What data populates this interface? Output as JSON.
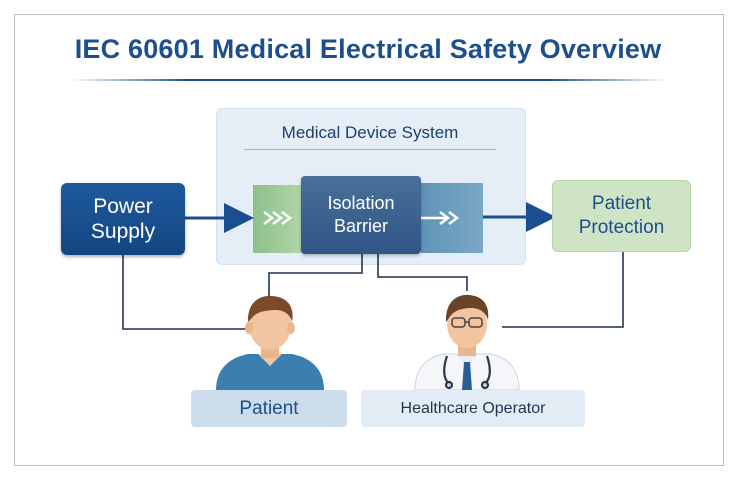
{
  "title": "IEC 60601 Medical Electrical Safety Overview",
  "system": {
    "title": "Medical Device System",
    "isolation": {
      "line1": "Isolation",
      "line2": "Barrier"
    }
  },
  "power_supply": {
    "line1": "Power",
    "line2": "Supply"
  },
  "patient_protection": {
    "line1": "Patient",
    "line2": "Protection"
  },
  "people": {
    "patient": "Patient",
    "operator": "Healthcare Operator"
  },
  "icons": [
    "patient-avatar-icon",
    "doctor-avatar-icon",
    "stethoscope-icon",
    "arrow-right-icon"
  ],
  "colors": {
    "title": "#1d4f8c",
    "power_supply": "#1a5396",
    "isolation": "#3d6290",
    "protection_fill": "#cfe4c5",
    "system_fill": "#e5eef7",
    "connector": "#3b4c61"
  }
}
